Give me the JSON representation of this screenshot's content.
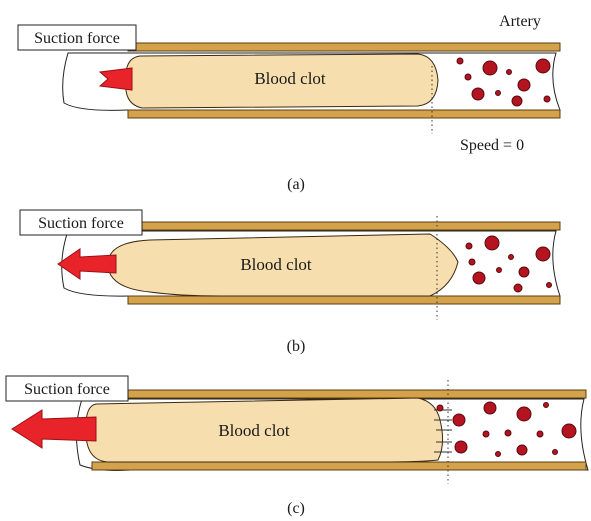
{
  "panels": [
    {
      "id": "a",
      "caption": "(a)",
      "clot_label": "Blood clot",
      "force_label": "Suction force",
      "artery_label": "Artery",
      "speed_label": "Speed = 0"
    },
    {
      "id": "b",
      "caption": "(b)",
      "clot_label": "Blood clot",
      "force_label": "Suction force"
    },
    {
      "id": "c",
      "caption": "(c)",
      "clot_label": "Blood clot",
      "force_label": "Suction force"
    }
  ],
  "colors": {
    "vessel_wall": "#d4a24a",
    "vessel_wall_stroke": "#5a3e12",
    "clot_fill": "#f7deae",
    "clot_stroke": "#3a2a12",
    "arrow": "#e8232a",
    "cell_fill": "#b3141f",
    "cell_stroke": "#5a0a10"
  }
}
